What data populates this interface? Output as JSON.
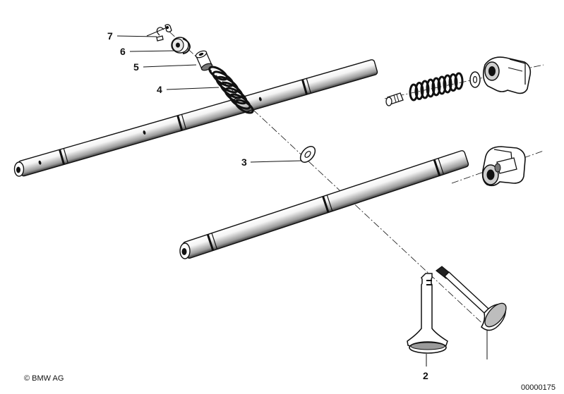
{
  "callouts": {
    "c7": "7",
    "c6": "6",
    "c5": "5",
    "c4": "4",
    "c3": "3",
    "c2": "2"
  },
  "footer": {
    "copyright": "© BMW AG",
    "diagram_number": "00000175"
  },
  "colors": {
    "ink": "#111111",
    "background": "#ffffff"
  }
}
